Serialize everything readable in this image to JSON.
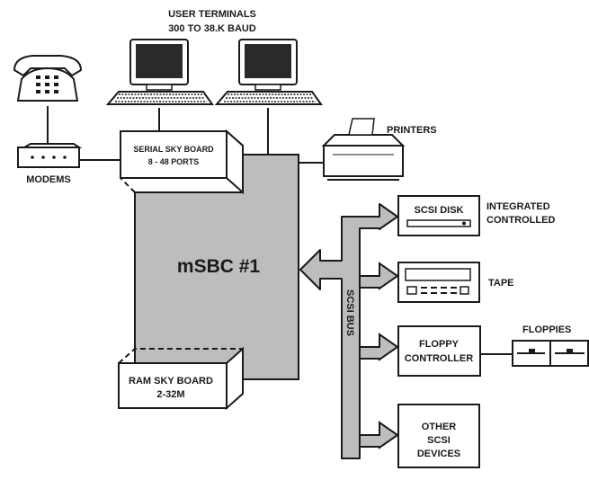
{
  "labels": {
    "user_terminals": "USER TERMINALS",
    "baud_rate": "300 TO 38.K BAUD",
    "printers": "PRINTERS",
    "modems": "MODEMS",
    "serial_board_line1": "SERIAL SKY BOARD",
    "serial_board_line2": "8 - 48 PORTS",
    "main_board": "mSBC #1",
    "ram_board_line1": "RAM SKY BOARD",
    "ram_board_line2": "2-32M",
    "scsi_bus": "SCSI BUS",
    "scsi_disk": "SCSI DISK",
    "integrated_line1": "INTEGRATED",
    "integrated_line2": "CONTROLLED",
    "tape": "TAPE",
    "floppy_controller_line1": "FLOPPY",
    "floppy_controller_line2": "CONTROLLER",
    "floppies": "FLOPPIES",
    "other_scsi_line1": "OTHER",
    "other_scsi_line2": "SCSI",
    "other_scsi_line3": "DEVICES"
  },
  "colors": {
    "ink": "#1a1a1a",
    "board_fill": "#bdbdbd",
    "bus_fill": "#bdbdbd",
    "screen": "#2a2a2a",
    "background": "#ffffff"
  }
}
